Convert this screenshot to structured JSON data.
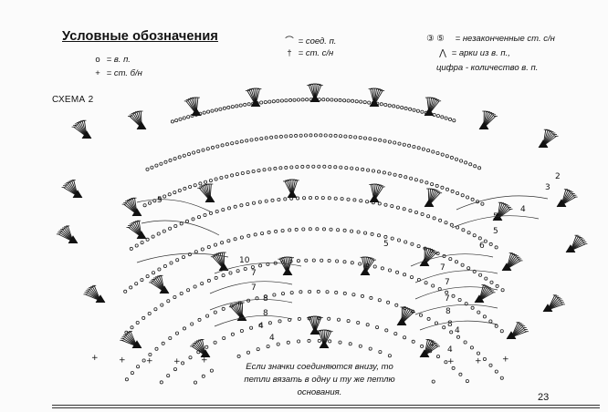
{
  "legend": {
    "title": "Условные обозначения",
    "items": [
      {
        "key": "chain",
        "symbol": "o",
        "label": "= в. п."
      },
      {
        "key": "sc",
        "symbol": "+",
        "label": "= ст. б/н"
      },
      {
        "key": "slip",
        "symbol": "⌒",
        "label": "= соед. п."
      },
      {
        "key": "dc",
        "symbol": "†",
        "label": "= ст. с/н"
      },
      {
        "key": "unfinished",
        "symbol": "③ ⑤",
        "label": "= незаконченные ст. с/н"
      },
      {
        "key": "arch",
        "symbol": "⋀",
        "label": "= арки из в. п.,"
      },
      {
        "key": "arch2",
        "symbol": "",
        "label": "цифра - количество в. п."
      }
    ]
  },
  "schema_label": "СХЕМА 2",
  "chart_numbers": [
    "5",
    "10",
    "7",
    "7",
    "8",
    "8",
    "4",
    "4",
    "5",
    "4",
    "2",
    "3",
    "4",
    "5",
    "5",
    "6",
    "7",
    "7",
    "7",
    "8",
    "8",
    "4",
    "4"
  ],
  "note": [
    "Если значки соединяются внизу, то",
    "петли вязать в одну и ту же петлю",
    "основания."
  ],
  "page_number": "23"
}
